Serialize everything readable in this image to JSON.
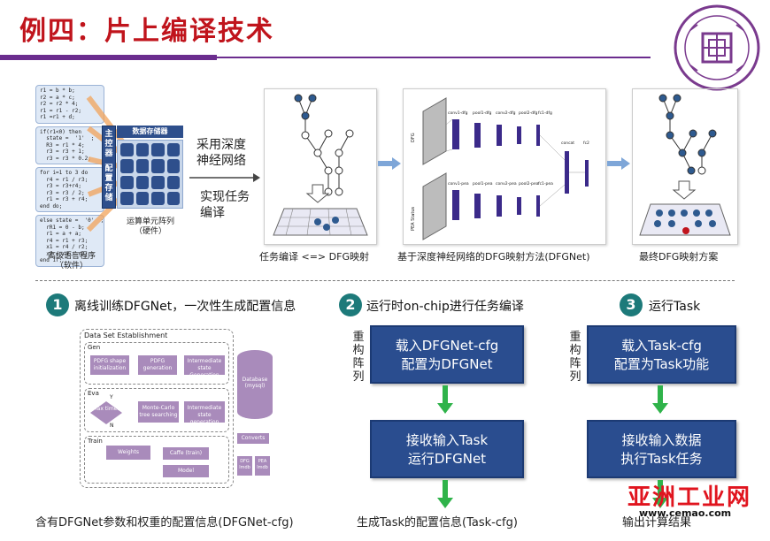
{
  "title": "例四：片上编译技术",
  "top": {
    "code_blocks": [
      "r1 = b * b;\nr2 = a * c;\nr2 = r2 * 4;\nr1 = r1 - r2;\nr1 =r1 + d;",
      "if(r1<0) then\n  state =  '1'  ;\n  R3 = r1 * 4;\n  r3 = r3 + 1;\n  r3 = r3 * 0.2;",
      "for i=1 to 3 do\n  r4 = r1 / r3;\n  r3 = r3+r4;\n  r3 = r3 / 2;\n  r1 = r3 + r4;\nend do;",
      "else state =  '0'  ;\n  rR1 = 0 - b;\n  r1 = a + a;\n  r4 = r1 + r3;\n  x1 = r4 / r2;\n  x2 = r4 / r1;\nend if;"
    ],
    "source_label_1": "高级语言程序",
    "source_label_2": "（软件）",
    "ctrl_label": "主控器",
    "config_label": "配置存储",
    "mem_header": "数据存储器",
    "array_label_1": "运算单元阵列",
    "array_label_2": "（硬件）",
    "method_1": "采用深度",
    "method_2": "神经网络",
    "method_3": "实现任务",
    "method_4": "编译",
    "cap1": "任务编译 <=> DFG映射",
    "cap2": "基于深度神经网络的DFG映射方法(DFGNet)",
    "cap3": "最终DFG映射方案",
    "net_labels": [
      "conv1-dfg",
      "pool1-dfg",
      "conv2-dfg",
      "pool2-dfg",
      "fc1-dfg",
      "conv1-pea",
      "pool1-pea",
      "conv2-pea",
      "pool2-pea",
      "fc1-pea",
      "concat",
      "fc2"
    ],
    "net_side_1": "DFG",
    "net_side_2": "PEA Status"
  },
  "steps": [
    {
      "num": "1",
      "text": "离线训练DFGNet，一次性生成配置信息"
    },
    {
      "num": "2",
      "text": "运行时on-chip进行任务编译"
    },
    {
      "num": "3",
      "text": "运行Task"
    }
  ],
  "dataset": {
    "header": "Data Set Establishment",
    "gen": "Gen",
    "gen_boxes": [
      "PDFG shape initialization",
      "PDFG generation",
      "Intermediate state Generation"
    ],
    "eva": "Eva",
    "eva_boxes": [
      "Max times",
      "Monte-Carlo tree searching",
      "Intermediate state generation"
    ],
    "y_label": "Y",
    "n_label": "N",
    "train": "Train",
    "train_boxes": [
      "Weights",
      "Caffe (train)",
      "Model"
    ],
    "database": "Database (mysql)",
    "converts": "Converts",
    "dfg_lmdb": "DFG lmdb",
    "pea_lmdb": "PEA lmdb"
  },
  "vert_label": "重构阵列",
  "col2": {
    "box1_line1": "载入DFGNet-cfg",
    "box1_line2": "配置为DFGNet",
    "box2_line1": "接收输入Task",
    "box2_line2": "运行DFGNet",
    "caption": "生成Task的配置信息(Task-cfg)"
  },
  "col3": {
    "box1_line1": "载入Task-cfg",
    "box1_line2": "配置为Task功能",
    "box2_line1": "接收输入数据",
    "box2_line2": "执行Task任务",
    "caption": "输出计算结果"
  },
  "col1_caption": "含有DFGNet参数和权重的配置信息(DFGNet-cfg)",
  "watermark": "亚洲工业网",
  "watermark_url": "www.cemao.com",
  "colors": {
    "title": "#c0141c",
    "accent": "#6b2d8e",
    "box": "#2a4d8f",
    "arrow_green": "#2fb34a",
    "arrow_blue": "#7ea6d8",
    "circle": "#1d7a7a"
  }
}
